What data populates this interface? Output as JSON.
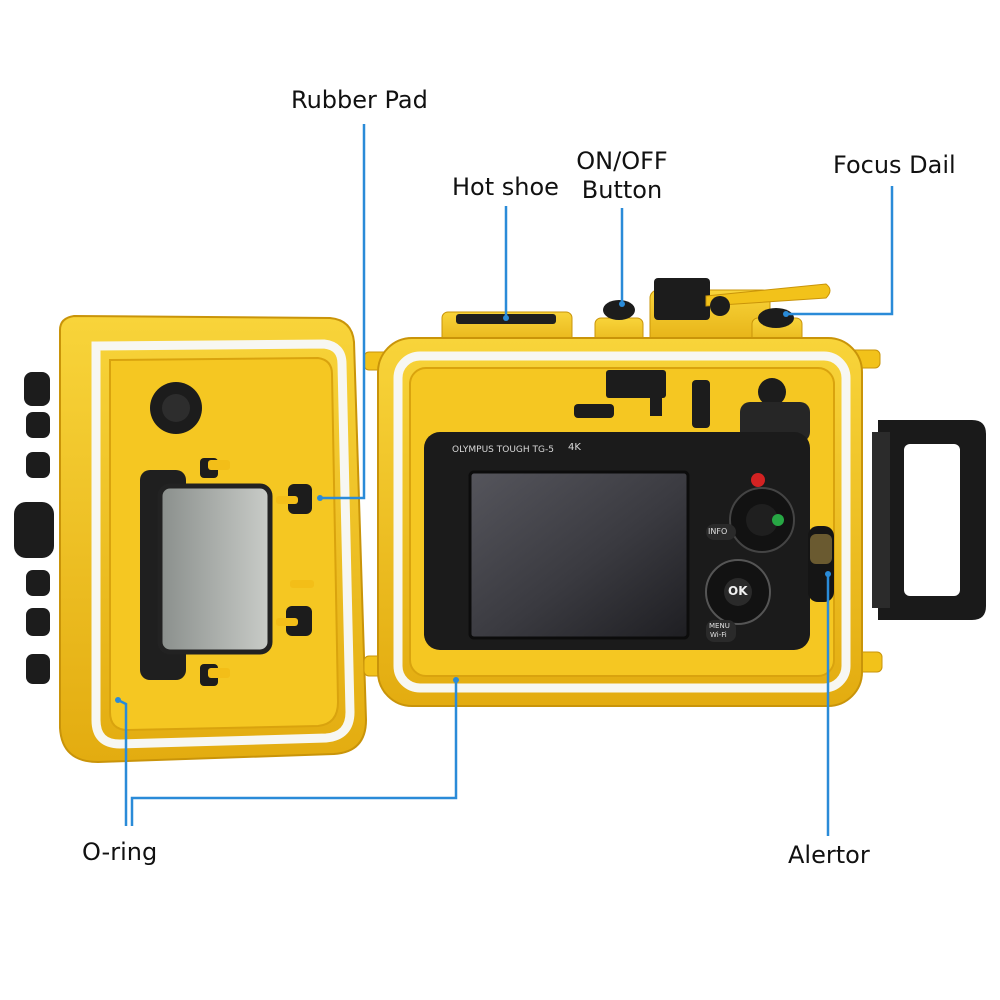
{
  "callouts": {
    "rubber_pad": "Rubber Pad",
    "hot_shoe": "Hot shoe",
    "on_off_line1": "ON/OFF",
    "on_off_line2": "Button",
    "focus_dial": "Focus Dail",
    "o_ring": "O-ring",
    "alertor": "Alertor"
  },
  "camera": {
    "brand_text": "OLYMPUS TOUGH TG-5",
    "badge_4k": "4K",
    "ok_button": "OK",
    "menu_line1": "MENU",
    "menu_line2": "Wi-Fi",
    "info_button": "INFO"
  },
  "colors": {
    "housing_yellow": "#f2c21a",
    "housing_shadow": "#d9a30e",
    "oring_white": "#f7f7f2",
    "camera_black": "#1b1b1b",
    "screen": "#3e3e44",
    "leader_blue": "#2a8bd8"
  }
}
